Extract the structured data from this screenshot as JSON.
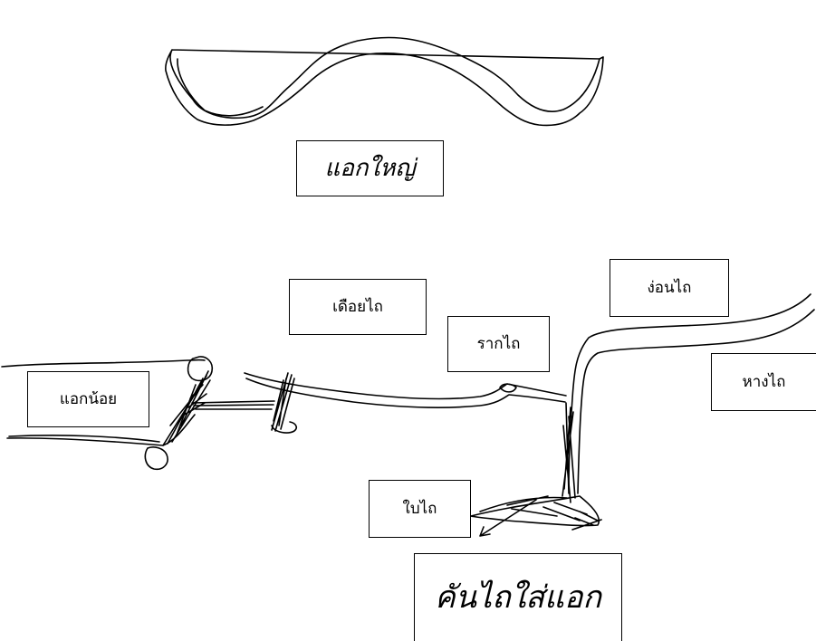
{
  "diagram": {
    "labels": {
      "big_khaen": "แอกใหญ่",
      "small_khaen": "แอกน้อย",
      "duay_thai": "เดือยไถ",
      "raak_thai": "รากไถ",
      "ngon_thai": "ง่อนไถ",
      "haang_thai": "หางไถ",
      "bai_thai": "ใบไถ",
      "title": "คันไถใส่แอก"
    },
    "colors": {
      "ink": "#000000",
      "background": "#ffffff"
    }
  }
}
